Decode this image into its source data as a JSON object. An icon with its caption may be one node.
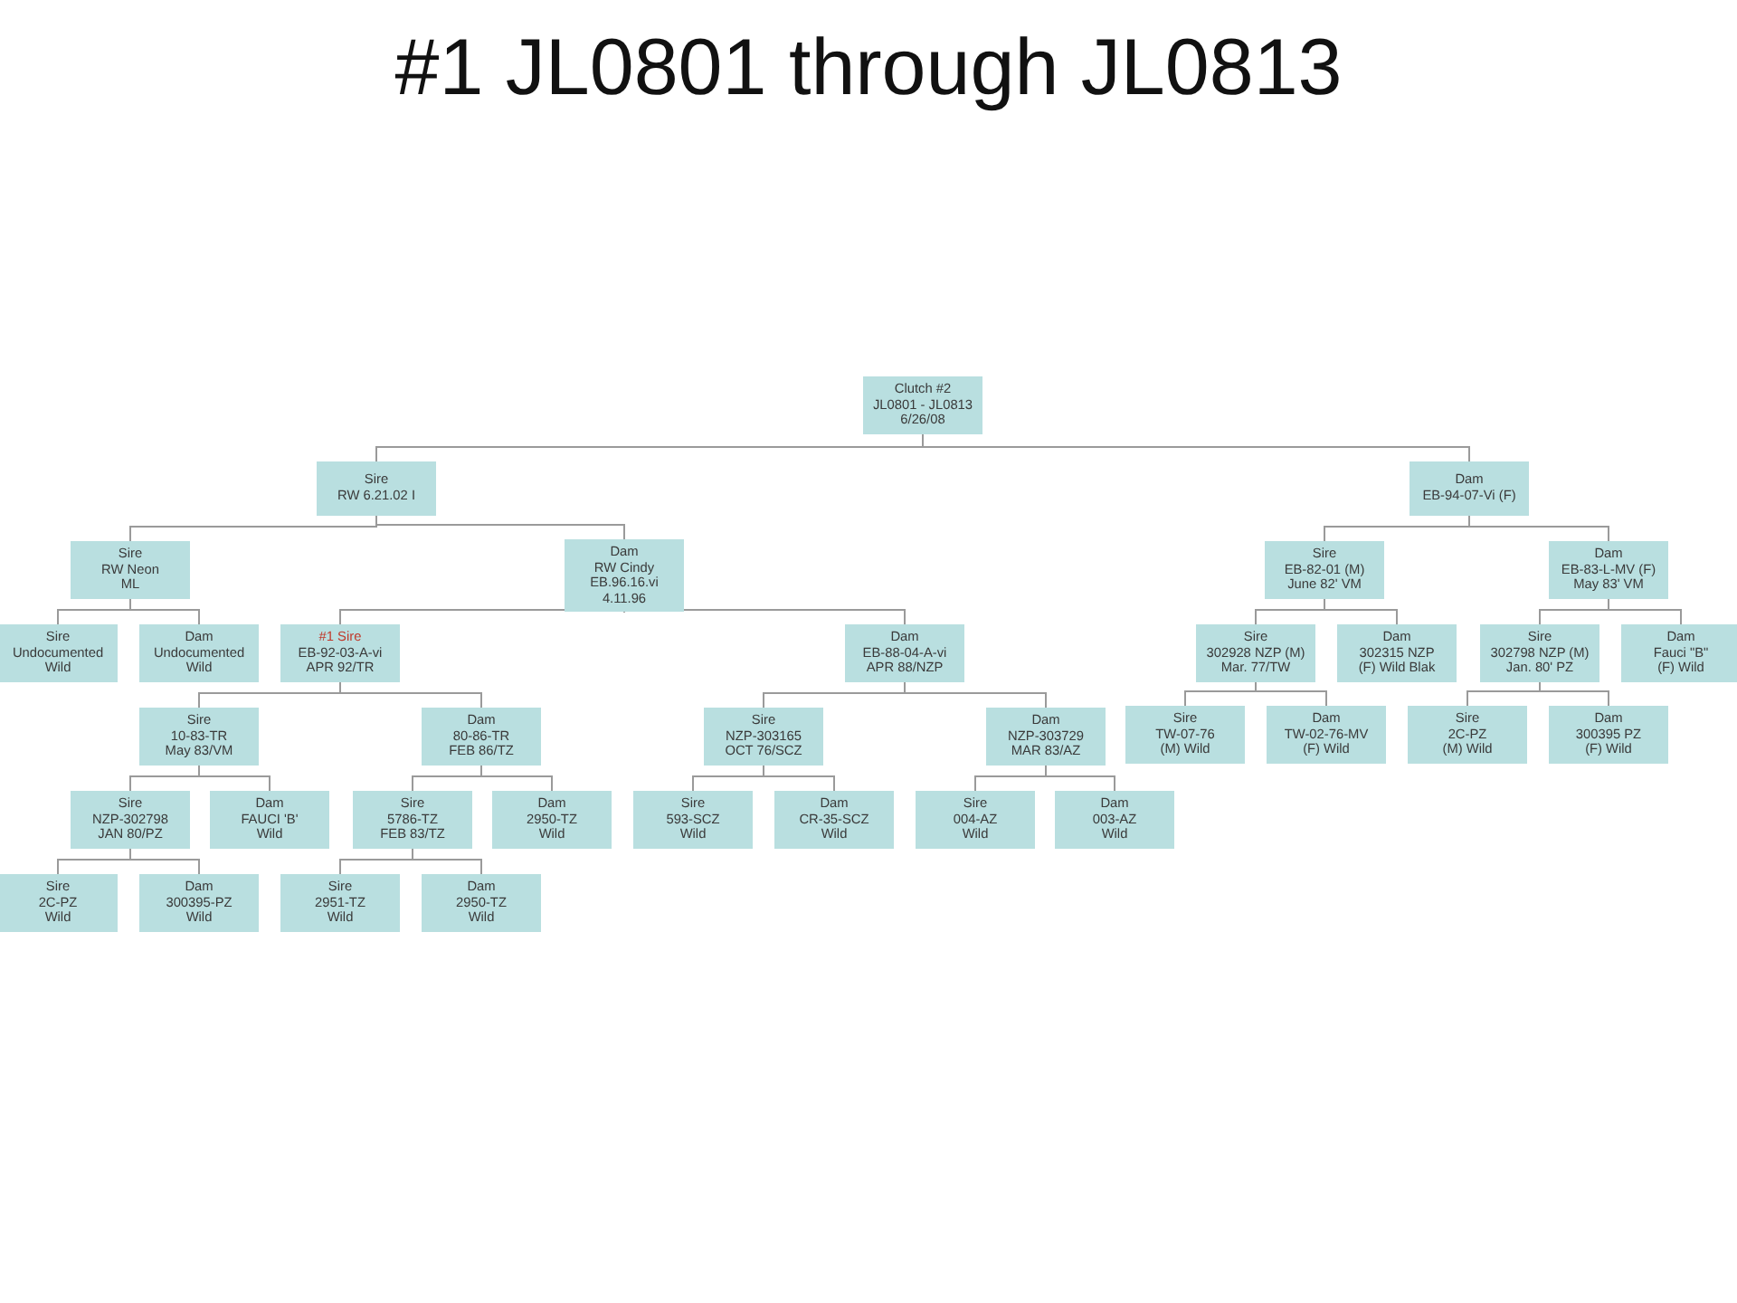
{
  "diagram": {
    "title": "#1 JL0801 through JL0813",
    "nodes": [
      {
        "text": [
          "Clutch #2",
          "JL0801 - JL0813",
          "6/26/08"
        ]
      },
      {
        "text": [
          "Sire",
          "RW 6.21.02 I"
        ]
      },
      {
        "text": [
          "Dam",
          "EB-94-07-Vi (F)"
        ]
      },
      {
        "text": [
          "Sire",
          "RW Neon",
          "ML"
        ]
      },
      {
        "text": [
          "Dam",
          "RW Cindy",
          "EB.96.16.vi",
          "4.11.96"
        ]
      },
      {
        "text": [
          "Sire",
          "EB-82-01 (M)",
          "June 82' VM"
        ]
      },
      {
        "text": [
          "Dam",
          "EB-83-L-MV (F)",
          "May 83' VM"
        ]
      },
      {
        "text": [
          "Sire",
          "Undocumented",
          "Wild"
        ]
      },
      {
        "text": [
          "Dam",
          "Undocumented",
          "Wild"
        ]
      },
      {
        "text": [
          "#1 Sire",
          "EB-92-03-A-vi",
          "APR 92/TR"
        ]
      },
      {
        "text": [
          "Dam",
          "EB-88-04-A-vi",
          "APR 88/NZP"
        ]
      },
      {
        "text": [
          "Sire",
          "302928 NZP (M)",
          "Mar. 77/TW"
        ]
      },
      {
        "text": [
          "Dam",
          "302315 NZP",
          "(F) Wild Blak"
        ]
      },
      {
        "text": [
          "Sire",
          "302798 NZP (M)",
          "Jan. 80' PZ"
        ]
      },
      {
        "text": [
          "Dam",
          "Fauci \"B\"",
          "(F) Wild"
        ]
      },
      {
        "text": [
          "Sire",
          "10-83-TR",
          "May 83/VM"
        ]
      },
      {
        "text": [
          "Dam",
          "80-86-TR",
          "FEB 86/TZ"
        ]
      },
      {
        "text": [
          "Sire",
          "NZP-303165",
          "OCT 76/SCZ"
        ]
      },
      {
        "text": [
          "Dam",
          "NZP-303729",
          "MAR 83/AZ"
        ]
      },
      {
        "text": [
          "Sire",
          "TW-07-76",
          "(M) Wild"
        ]
      },
      {
        "text": [
          "Dam",
          "TW-02-76-MV",
          "(F) Wild"
        ]
      },
      {
        "text": [
          "Sire",
          "2C-PZ",
          "(M) Wild"
        ]
      },
      {
        "text": [
          "Dam",
          "300395 PZ",
          "(F) Wild"
        ]
      },
      {
        "text": [
          "Sire",
          "NZP-302798",
          "JAN 80/PZ"
        ]
      },
      {
        "text": [
          "Dam",
          "FAUCI 'B'",
          "Wild"
        ]
      },
      {
        "text": [
          "Sire",
          "5786-TZ",
          "FEB 83/TZ"
        ]
      },
      {
        "text": [
          "Dam",
          "2950-TZ",
          "Wild"
        ]
      },
      {
        "text": [
          "Sire",
          "593-SCZ",
          "Wild"
        ]
      },
      {
        "text": [
          "Dam",
          "CR-35-SCZ",
          "Wild"
        ]
      },
      {
        "text": [
          "Sire",
          "004-AZ",
          "Wild"
        ]
      },
      {
        "text": [
          "Dam",
          "003-AZ",
          "Wild"
        ]
      },
      {
        "text": [
          "Sire",
          "2C-PZ",
          "Wild"
        ]
      },
      {
        "text": [
          "Dam",
          "300395-PZ",
          "Wild"
        ]
      },
      {
        "text": [
          "Sire",
          "2951-TZ",
          "Wild"
        ]
      },
      {
        "text": [
          "Dam",
          "2950-TZ",
          "Wild"
        ]
      }
    ],
    "edges": [
      {
        "from": 0,
        "to": 1,
        "arrow": "none"
      },
      {
        "from": 0,
        "to": 2,
        "arrow": "none"
      },
      {
        "from": 1,
        "to": 3,
        "arrow": "none"
      },
      {
        "from": 1,
        "to": 4,
        "arrow": "none"
      },
      {
        "from": 2,
        "to": 5,
        "arrow": "none"
      },
      {
        "from": 2,
        "to": 6,
        "arrow": "none"
      },
      {
        "from": 3,
        "to": 7,
        "arrow": "none"
      },
      {
        "from": 3,
        "to": 8,
        "arrow": "none"
      },
      {
        "from": 4,
        "to": 9,
        "arrow": "none"
      },
      {
        "from": 4,
        "to": 10,
        "arrow": "none"
      },
      {
        "from": 5,
        "to": 11,
        "arrow": "none"
      },
      {
        "from": 5,
        "to": 12,
        "arrow": "none"
      },
      {
        "from": 6,
        "to": 13,
        "arrow": "none"
      },
      {
        "from": 6,
        "to": 14,
        "arrow": "none"
      },
      {
        "from": 9,
        "to": 15,
        "arrow": "none"
      },
      {
        "from": 9,
        "to": 16,
        "arrow": "none"
      },
      {
        "from": 10,
        "to": 17,
        "arrow": "none"
      },
      {
        "from": 10,
        "to": 18,
        "arrow": "none"
      },
      {
        "from": 11,
        "to": 19,
        "arrow": "none"
      },
      {
        "from": 11,
        "to": 20,
        "arrow": "none"
      },
      {
        "from": 13,
        "to": 21,
        "arrow": "none"
      },
      {
        "from": 13,
        "to": 22,
        "arrow": "none"
      },
      {
        "from": 15,
        "to": 23,
        "arrow": "none"
      },
      {
        "from": 15,
        "to": 24,
        "arrow": "none"
      },
      {
        "from": 16,
        "to": 25,
        "arrow": "none"
      },
      {
        "from": 16,
        "to": 26,
        "arrow": "none"
      },
      {
        "from": 17,
        "to": 27,
        "arrow": "none"
      },
      {
        "from": 17,
        "to": 28,
        "arrow": "none"
      },
      {
        "from": 18,
        "to": 29,
        "arrow": "none"
      },
      {
        "from": 18,
        "to": 30,
        "arrow": "none"
      },
      {
        "from": 23,
        "to": 31,
        "arrow": "none"
      },
      {
        "from": 23,
        "to": 32,
        "arrow": "none"
      },
      {
        "from": 25,
        "to": 33,
        "arrow": "none"
      },
      {
        "from": 25,
        "to": 34,
        "arrow": "none"
      }
    ]
  }
}
